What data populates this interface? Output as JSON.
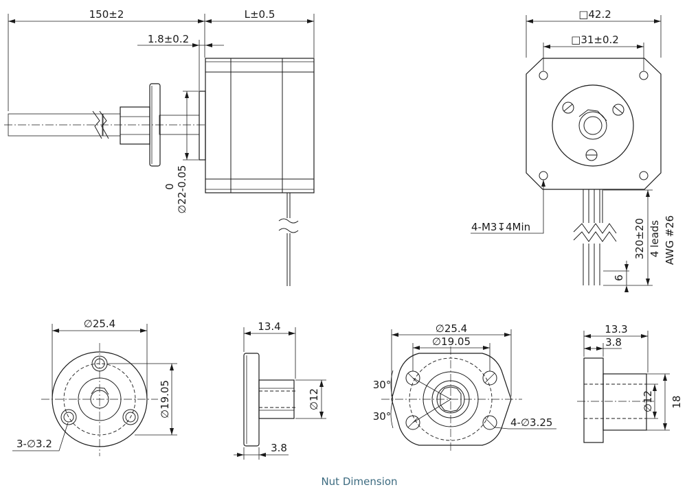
{
  "side_view": {
    "screw_length": "150±2",
    "motor_length": "L±0.5",
    "flange_thickness": "1.8±0.2",
    "boss_diameter_tol": "0",
    "boss_diameter": "∅22-0.05"
  },
  "front_view": {
    "frame_size": "□42.2",
    "hole_spacing": "□31±0.2",
    "mount_holes": "4-M3↧4Min",
    "lead_length": "320±20",
    "lead_count": "4 leads",
    "lead_gauge": "AWG #26",
    "strip_length": "6"
  },
  "nut_front_1": {
    "outer_diameter": "∅25.4",
    "bolt_circle": "∅19.05",
    "holes": "3-∅3.2"
  },
  "nut_side_1": {
    "length": "13.4",
    "shank_diameter": "∅12",
    "flange_thickness": "3.8"
  },
  "nut_front_2": {
    "outer_diameter": "∅25.4",
    "bolt_circle": "∅19.05",
    "angle_top": "30°",
    "angle_bottom": "30°",
    "holes": "4-∅3.25"
  },
  "nut_side_2": {
    "length": "13.3",
    "flange_thickness": "3.8",
    "shank_diameter": "∅12",
    "flange_height": "18"
  },
  "caption": "Nut Dimension",
  "colors": {
    "line": "#1a1a1a",
    "caption": "#3d6b80",
    "background": "#ffffff"
  }
}
